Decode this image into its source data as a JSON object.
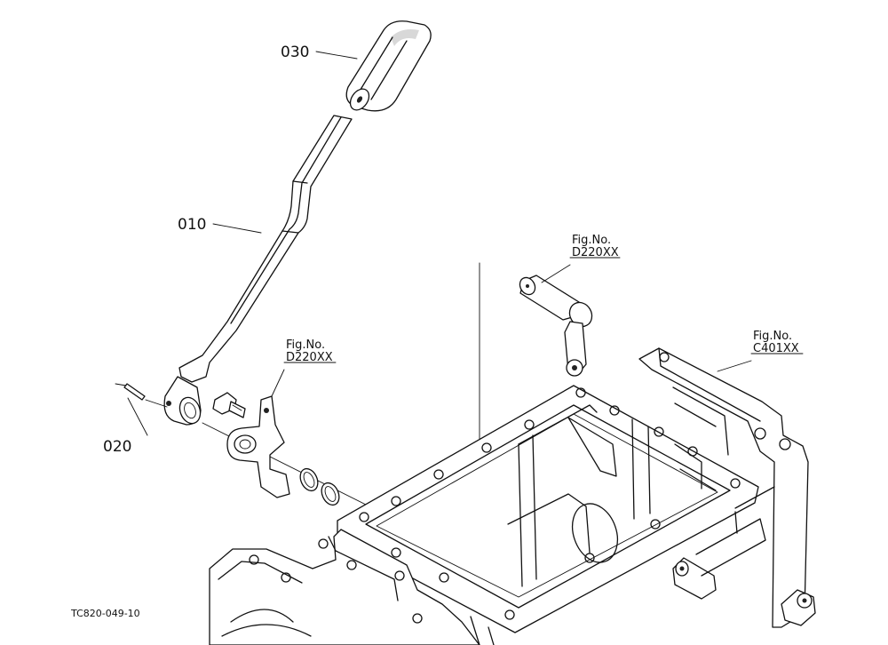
{
  "parts": [
    {
      "id": "030",
      "label": "030"
    },
    {
      "id": "010",
      "label": "010"
    },
    {
      "id": "020",
      "label": "020"
    }
  ],
  "references": [
    {
      "fig": "Fig.No.",
      "code": "D220XX"
    },
    {
      "fig": "Fig.No.",
      "code": "D220XX"
    },
    {
      "fig": "Fig.No.",
      "code": "C401XX"
    }
  ],
  "diagram_code": "TC820-049-10"
}
